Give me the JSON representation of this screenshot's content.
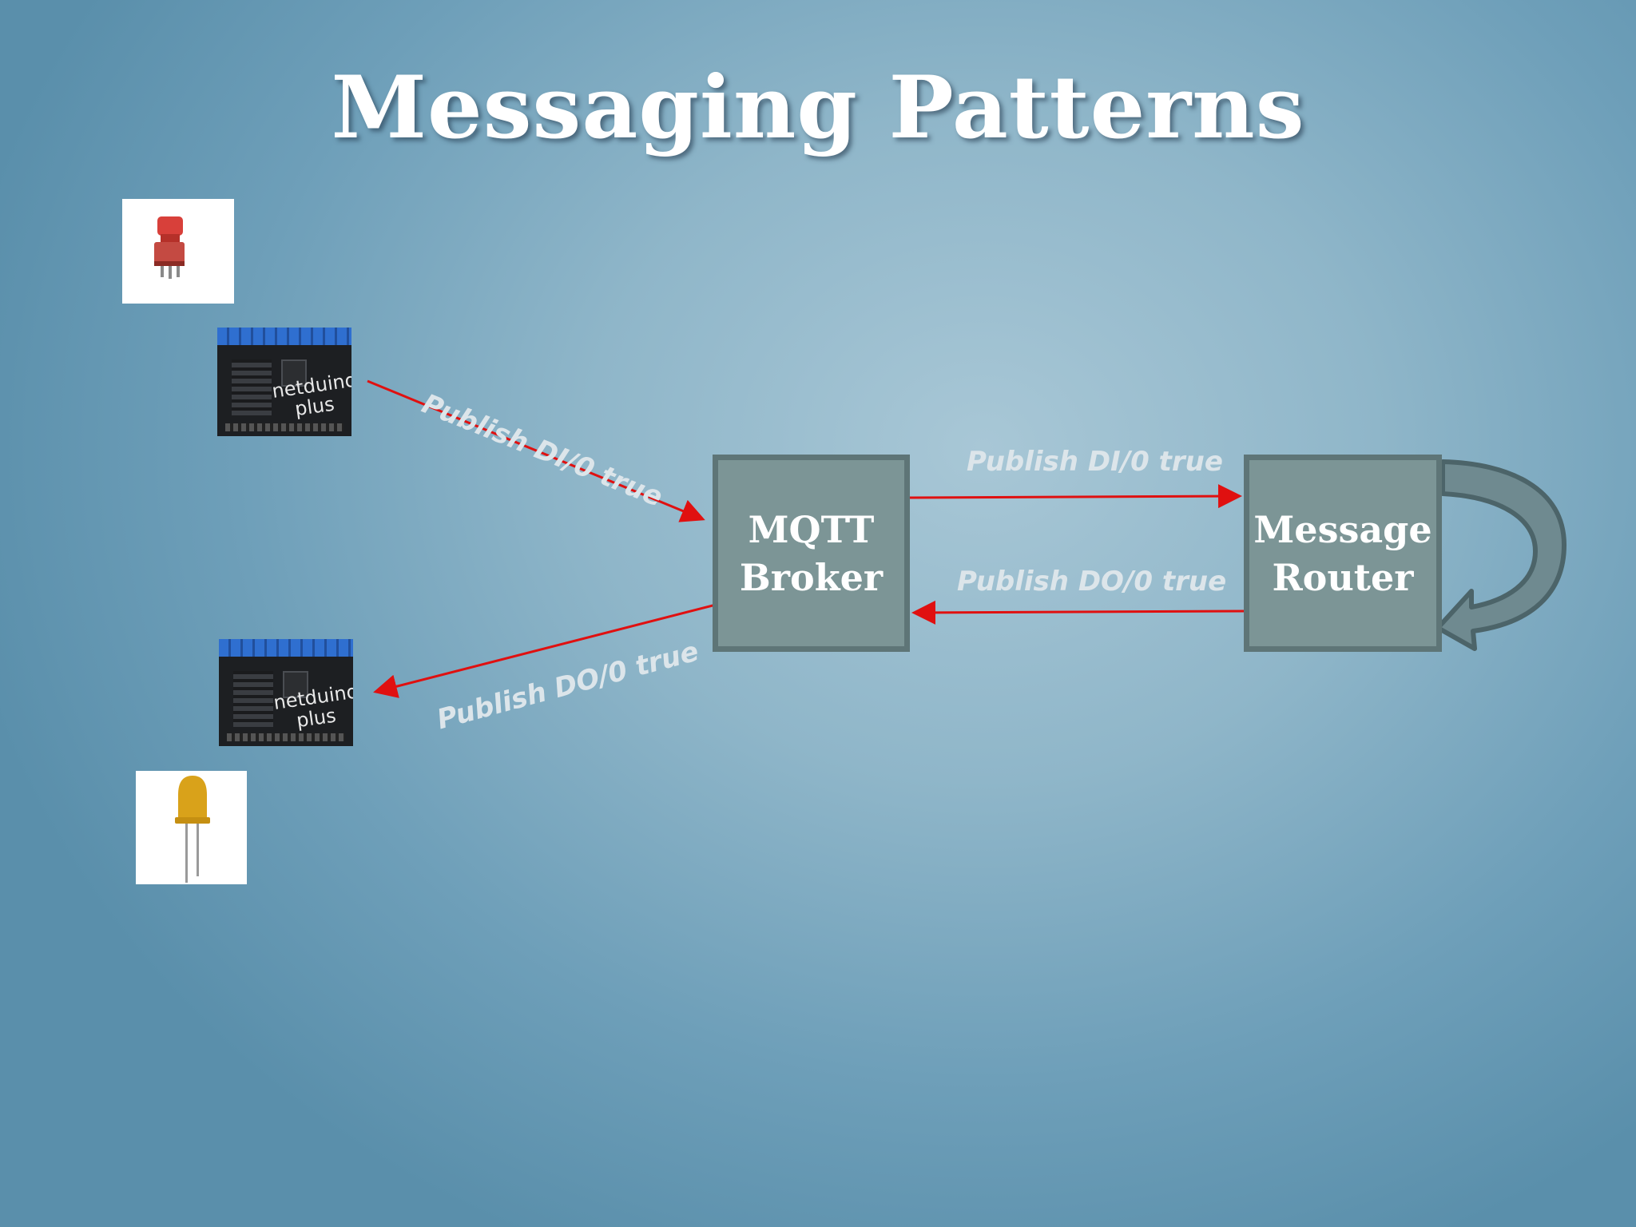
{
  "slide": {
    "title": "Messaging Patterns"
  },
  "devices": {
    "board_label_line1": "netduino",
    "board_label_line2": "plus",
    "button_icon": "push-button-icon",
    "led_icon": "yellow-led-icon"
  },
  "nodes": {
    "broker": {
      "line1": "MQTT",
      "line2": "Broker"
    },
    "router": {
      "line1": "Message",
      "line2": "Router"
    }
  },
  "edges": {
    "board_to_broker": "Publish DI/0 true",
    "broker_to_router": "Publish DI/0 true",
    "router_to_broker": "Publish DO/0 true",
    "broker_to_board": "Publish DO/0 true"
  },
  "colors": {
    "arrow": "#e01010",
    "node_fill": "#7c9596",
    "node_border": "#5e7577",
    "loop_arrow": "#6f8a90"
  }
}
